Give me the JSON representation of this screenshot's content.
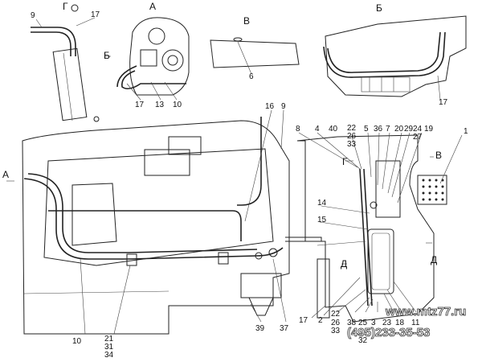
{
  "views": {
    "g": "Г",
    "a": "А",
    "v": "В",
    "b": "Б",
    "d": "Д"
  },
  "callouts": {
    "c1": "1",
    "c2": "2",
    "c3": "3",
    "c4": "4",
    "c5": "5",
    "c6": "6",
    "c7": "7",
    "c8": "8",
    "c9": "9",
    "c10": "10",
    "c11": "11",
    "c13": "13",
    "c14": "14",
    "c15": "15",
    "c16": "16",
    "c17": "17",
    "c18": "18",
    "c19": "19",
    "c20": "20",
    "c21": "21",
    "c22": "22",
    "c23": "23",
    "c24": "24",
    "c25": "25",
    "c26": "26",
    "c27": "27",
    "c29": "29",
    "c31": "31",
    "c32": "32",
    "c33": "33",
    "c34": "34",
    "c36": "36",
    "c37": "37",
    "c38": "38",
    "c39": "39",
    "c40": "40"
  },
  "watermark": {
    "site": "www.mtz77.ru",
    "phone": "(495)233-35-53"
  }
}
